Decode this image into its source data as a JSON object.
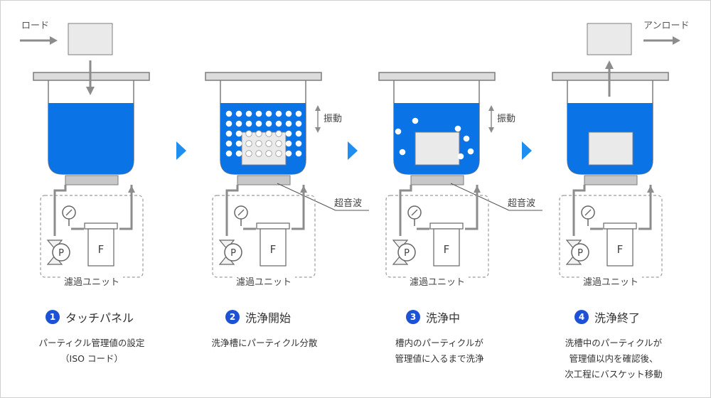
{
  "labels": {
    "load": "ロード",
    "unload": "アンロード",
    "vibration": "振動",
    "ultrasonic": "超音波",
    "filter_unit": "濾過ユニット",
    "pump": "P",
    "filter": "F"
  },
  "steps": [
    {
      "num": "1",
      "title": "タッチパネル",
      "desc": [
        "パーティクル管理値の設定",
        "（ISO コード）"
      ]
    },
    {
      "num": "2",
      "title": "洗浄開始",
      "desc": [
        "洗浄槽にパーティクル分散"
      ]
    },
    {
      "num": "3",
      "title": "洗浄中",
      "desc": [
        "槽内のパーティクルが",
        "管理値に入るまで洗浄"
      ]
    },
    {
      "num": "4",
      "title": "洗浄終了",
      "desc": [
        "洗槽中のパーティクルが",
        "管理値以内を確認後、",
        "次工程にバスケット移動"
      ]
    }
  ],
  "colors": {
    "water": "#0a73e6",
    "arrow_blue": "#1e8ef0",
    "gray_line": "#8c8c8c",
    "step_badge": "#1d52d6"
  }
}
